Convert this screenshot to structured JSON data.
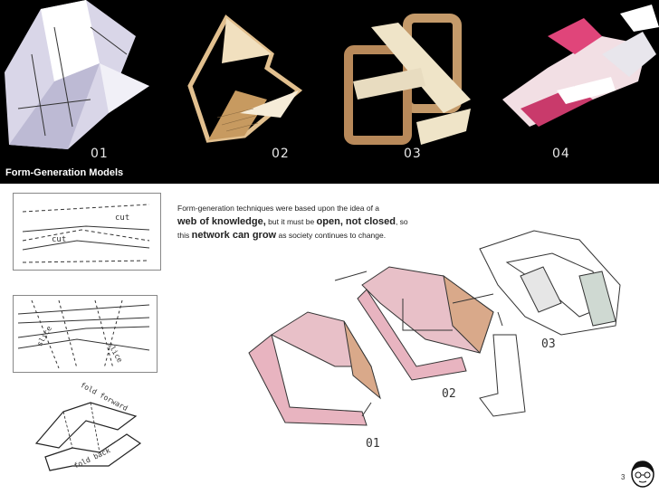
{
  "models": [
    {
      "number": "01"
    },
    {
      "number": "02"
    },
    {
      "number": "03"
    },
    {
      "number": "04"
    }
  ],
  "caption": "Form-Generation Models",
  "body": {
    "line1": "Form-generation techniques were based upon the idea of a",
    "bold1": "web of knowledge,",
    "mid1": " but it must be ",
    "bold2": "open, not closed",
    "end1": ", so",
    "pre2": "this ",
    "bold3": "network can grow",
    "end2": " as society continues to change."
  },
  "sketch_labels": {
    "cut1": "cut",
    "cut2": "cut",
    "slice1": "slice",
    "slice2": "slice",
    "fold_forward": "fold forward",
    "fold_back": "fold back"
  },
  "diagram_labels": {
    "d1": "01",
    "d2": "02",
    "d3": "03"
  },
  "page_number": "3",
  "colors": {
    "pink": "#e8b4c0",
    "tan": "#d9a98a",
    "grey": "#cfcfcf"
  }
}
